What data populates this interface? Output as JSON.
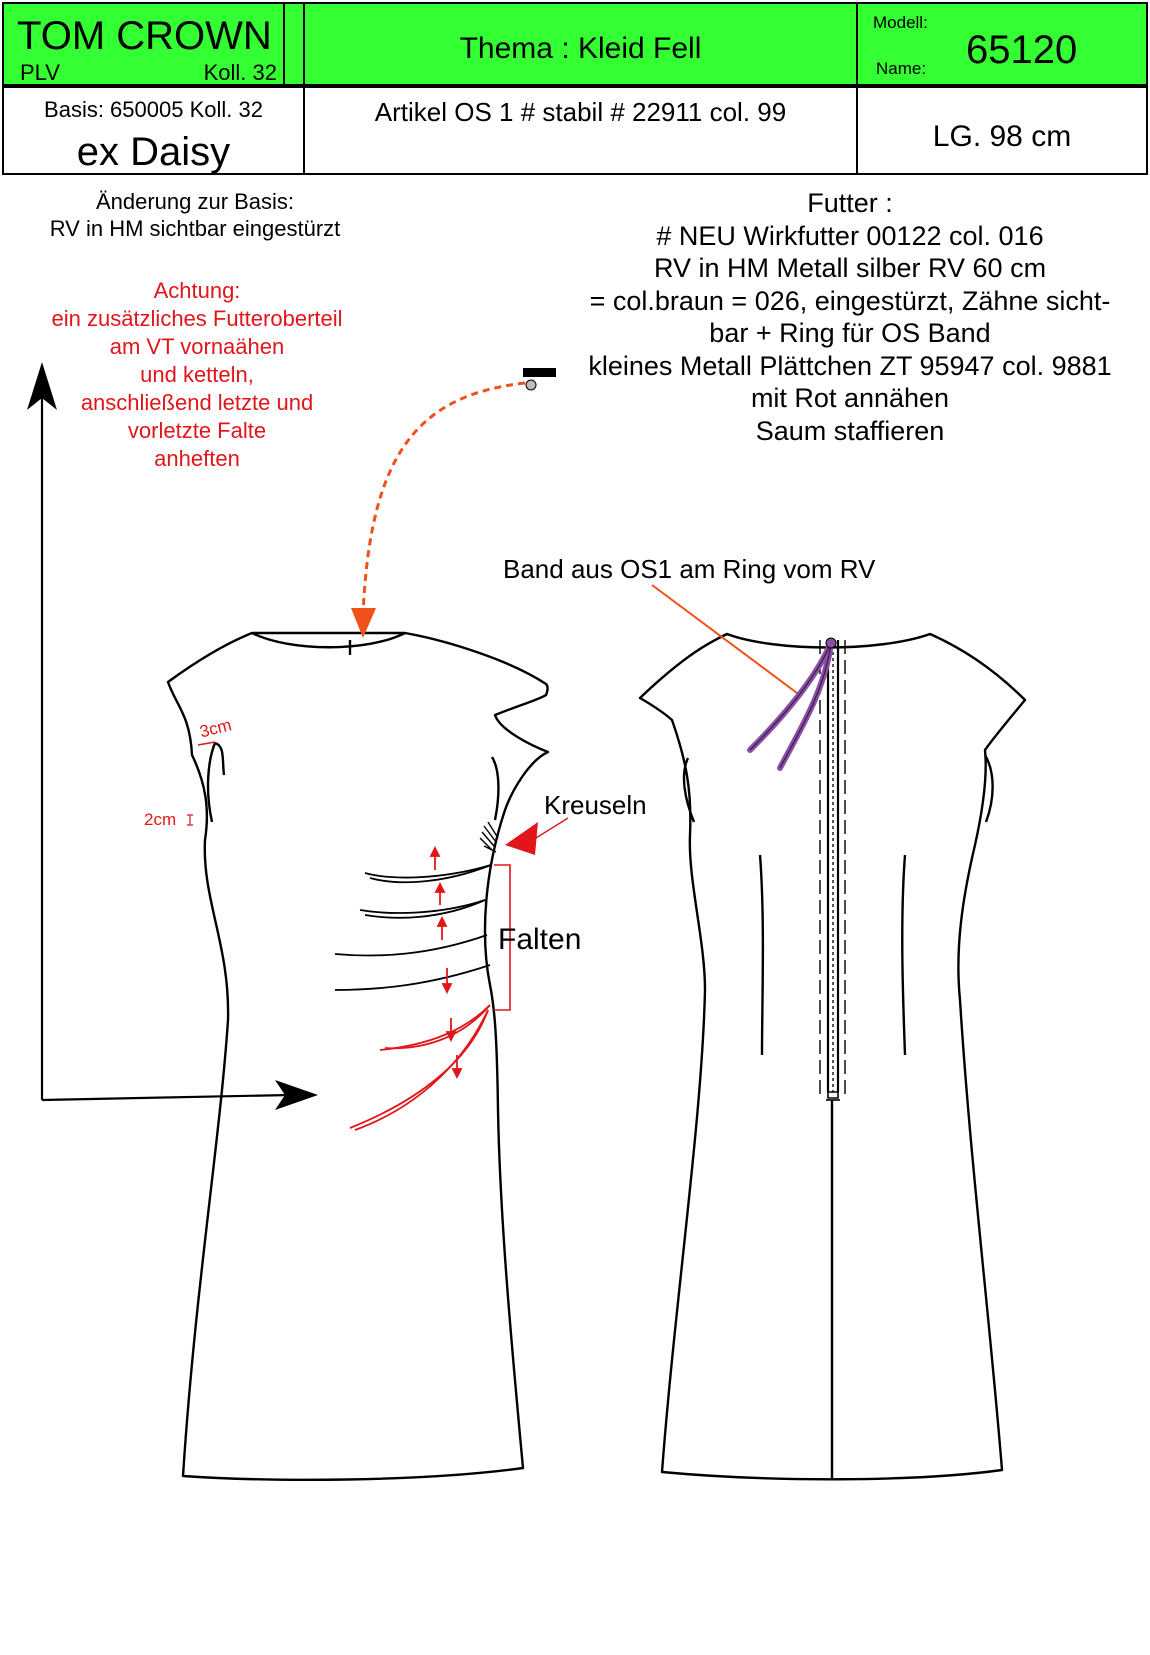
{
  "header": {
    "brand": "TOM CROWN",
    "brand_sub_left": "PLV",
    "brand_sub_right": "Koll. 32",
    "theme": "Thema : Kleid Fell",
    "modell_label": "Modell:",
    "name_label": "Name:",
    "model_number": "65120",
    "basis": "Basis: 650005 Koll. 32",
    "ex_name": "ex Daisy",
    "article": "Artikel OS 1 # stabil # 22911 col. 99",
    "length": "LG. 98 cm"
  },
  "notes": {
    "change_lines": [
      "Änderung zur Basis:",
      "RV in HM sichtbar eingestürzt"
    ],
    "warning_lines": [
      "Achtung:",
      "ein zusätzliches Futteroberteil",
      "am VT vornaähen",
      "und ketteln,",
      "anschließend letzte und",
      "vorletzte Falte",
      "anheften"
    ],
    "lining_lines": [
      "Futter :",
      "# NEU Wirkfutter 00122 col. 016",
      "RV in HM Metall silber RV 60 cm",
      "= col.braun = 026, eingestürzt, Zähne sicht-",
      "bar + Ring für OS Band",
      "kleines Metall Plättchen ZT 95947 col. 9881",
      "mit Rot annähen",
      "Saum staffieren"
    ]
  },
  "labels": {
    "band": "Band aus OS1 am Ring vom RV",
    "kreuseln": "Kreuseln",
    "falten": "Falten",
    "m3cm": "3cm",
    "m2cm": "2cm"
  },
  "colors": {
    "green": "#33ff33",
    "red": "#e0161b",
    "orange": "#f0501a",
    "purple": "#8a4fa3"
  }
}
